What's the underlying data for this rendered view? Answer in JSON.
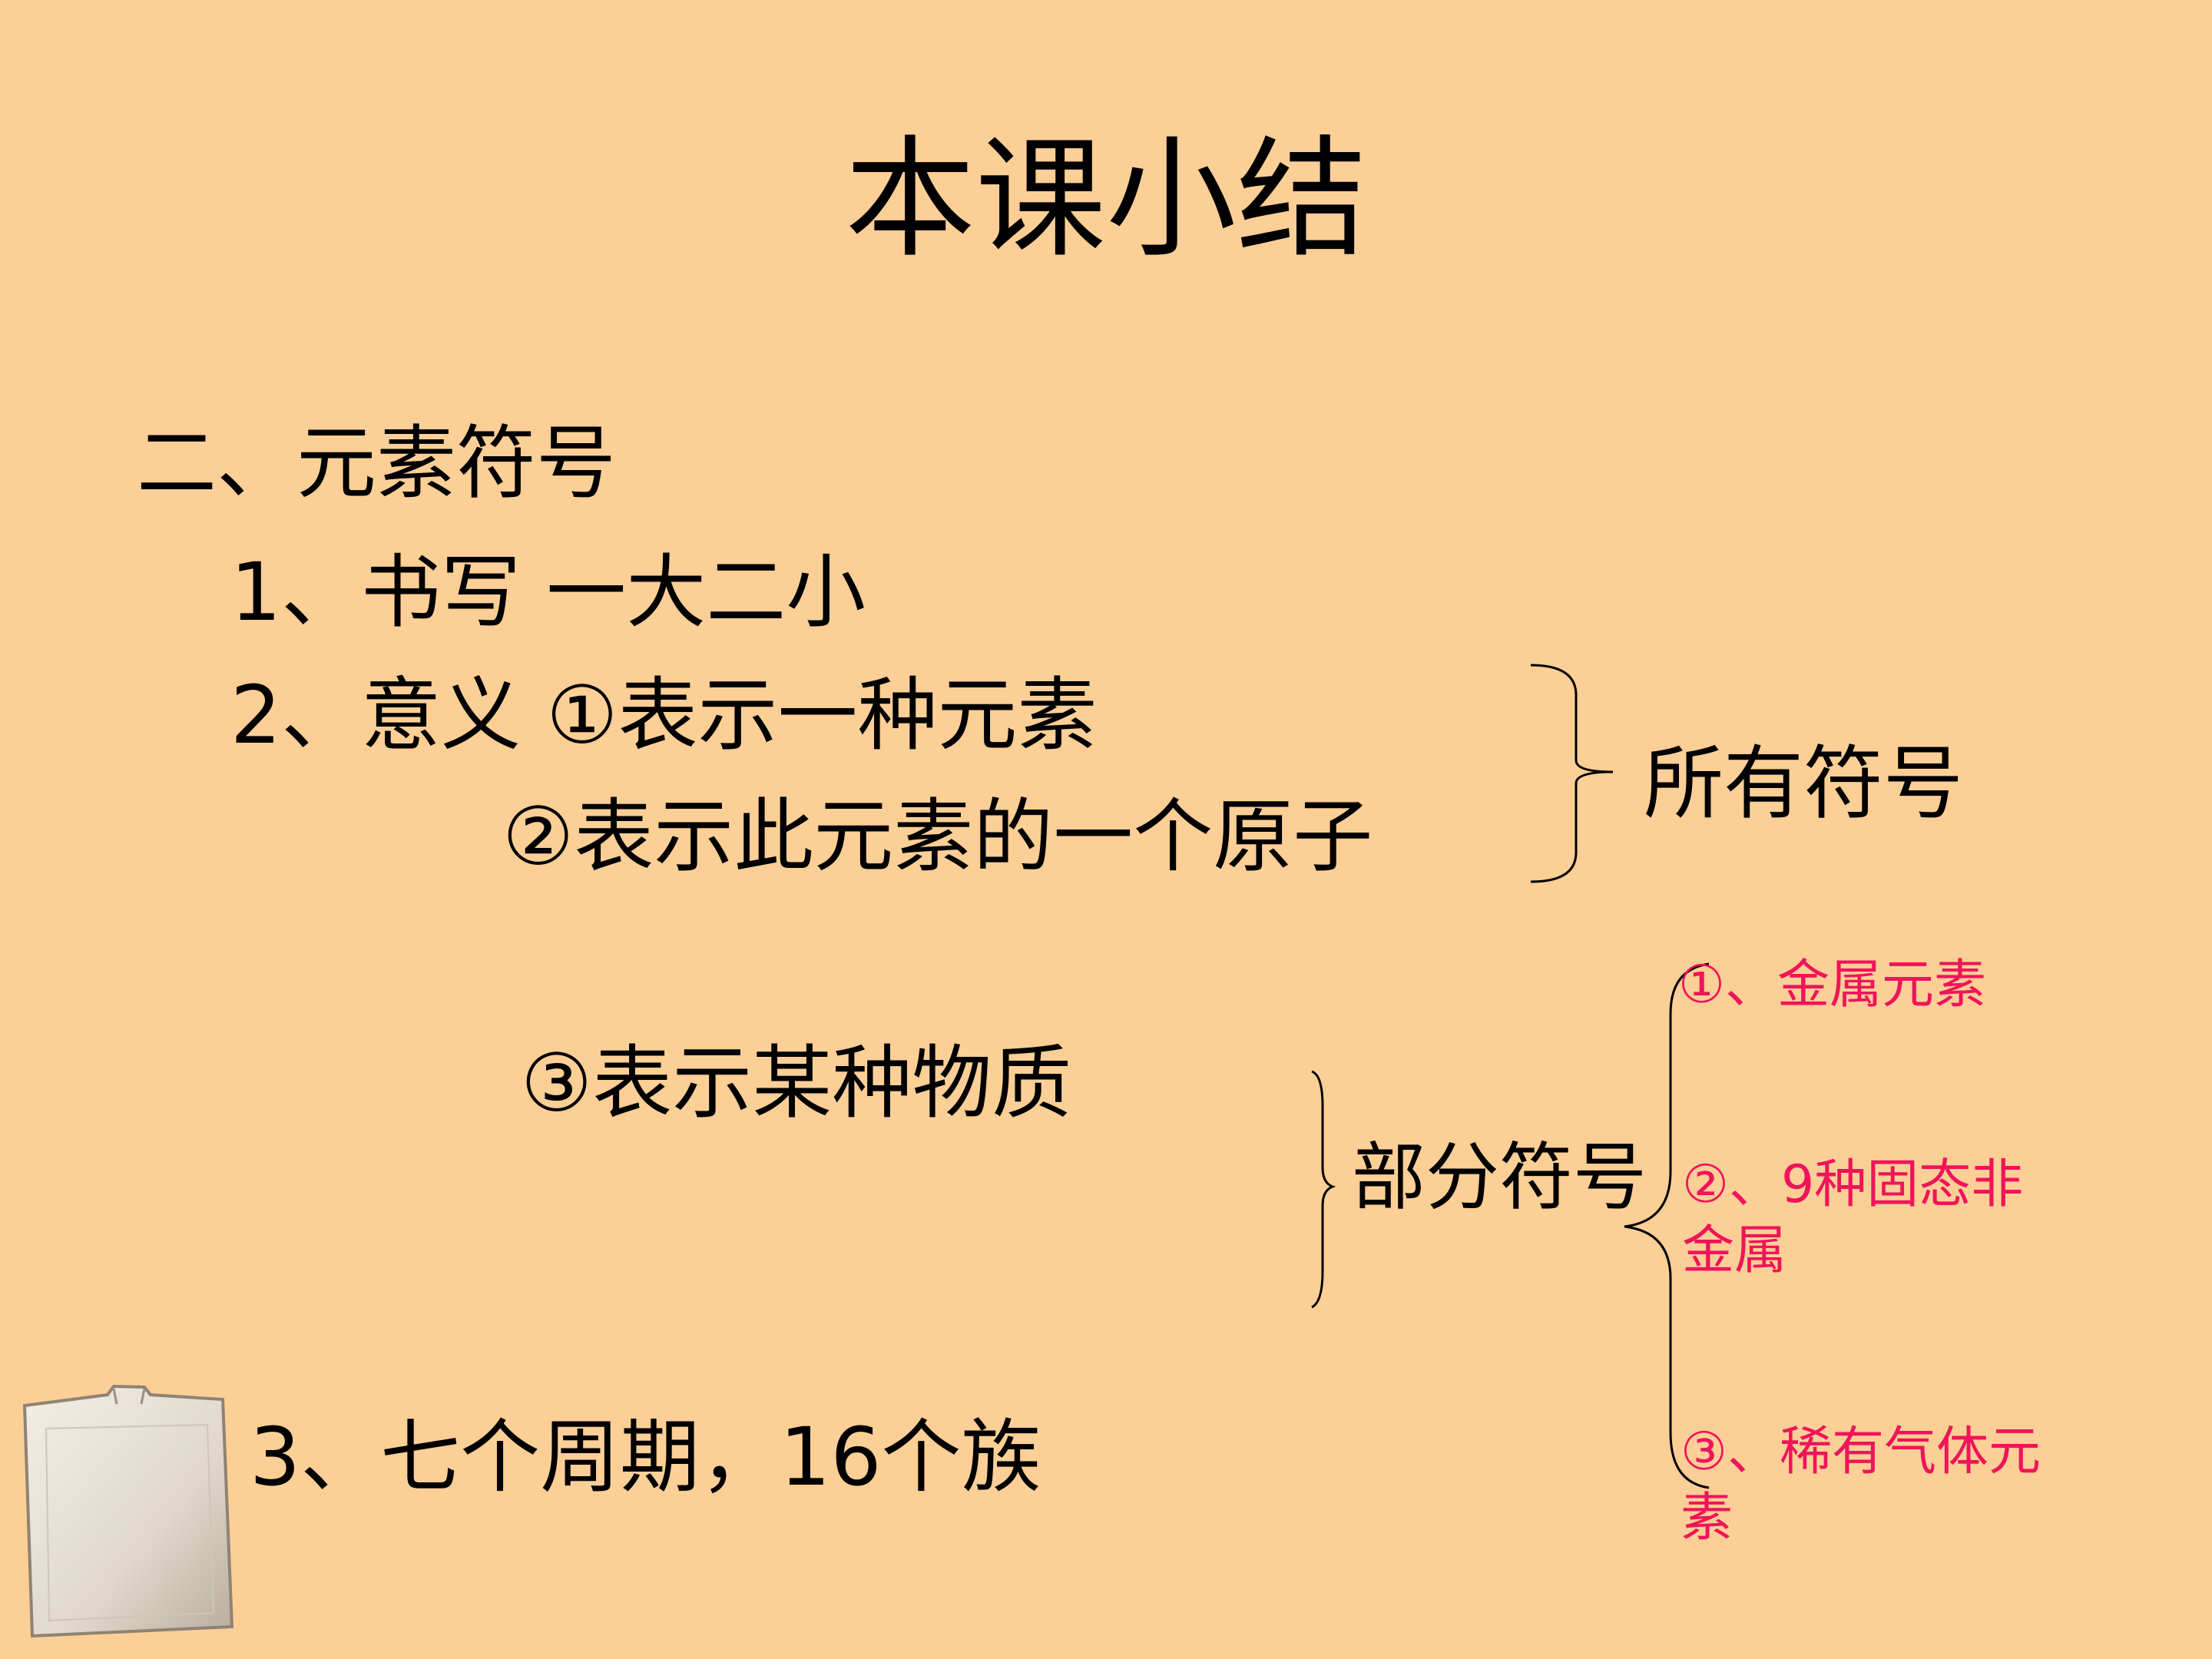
{
  "slide": {
    "title": "本课小结",
    "heading": "二、元素符号",
    "items": {
      "writing": "1、书写 一大二小",
      "meaning_line1": "2、意义 ①表示一种元素",
      "meaning_line2": "②表示此元素的一个原子",
      "meaning_line3": "③表示某种物质",
      "periods": "3、七个周期，16个族"
    },
    "all_symbols": "所有符号",
    "partial_symbols": "部分符号",
    "categories": [
      "①、金属元素",
      "②、9种固态非金属",
      "③、稀有气体元素"
    ]
  },
  "colors": {
    "background": "#fccf97",
    "text": "#000000",
    "highlight": "#f0145a"
  },
  "icons": {
    "corner_image": "paper-bag-icon"
  }
}
